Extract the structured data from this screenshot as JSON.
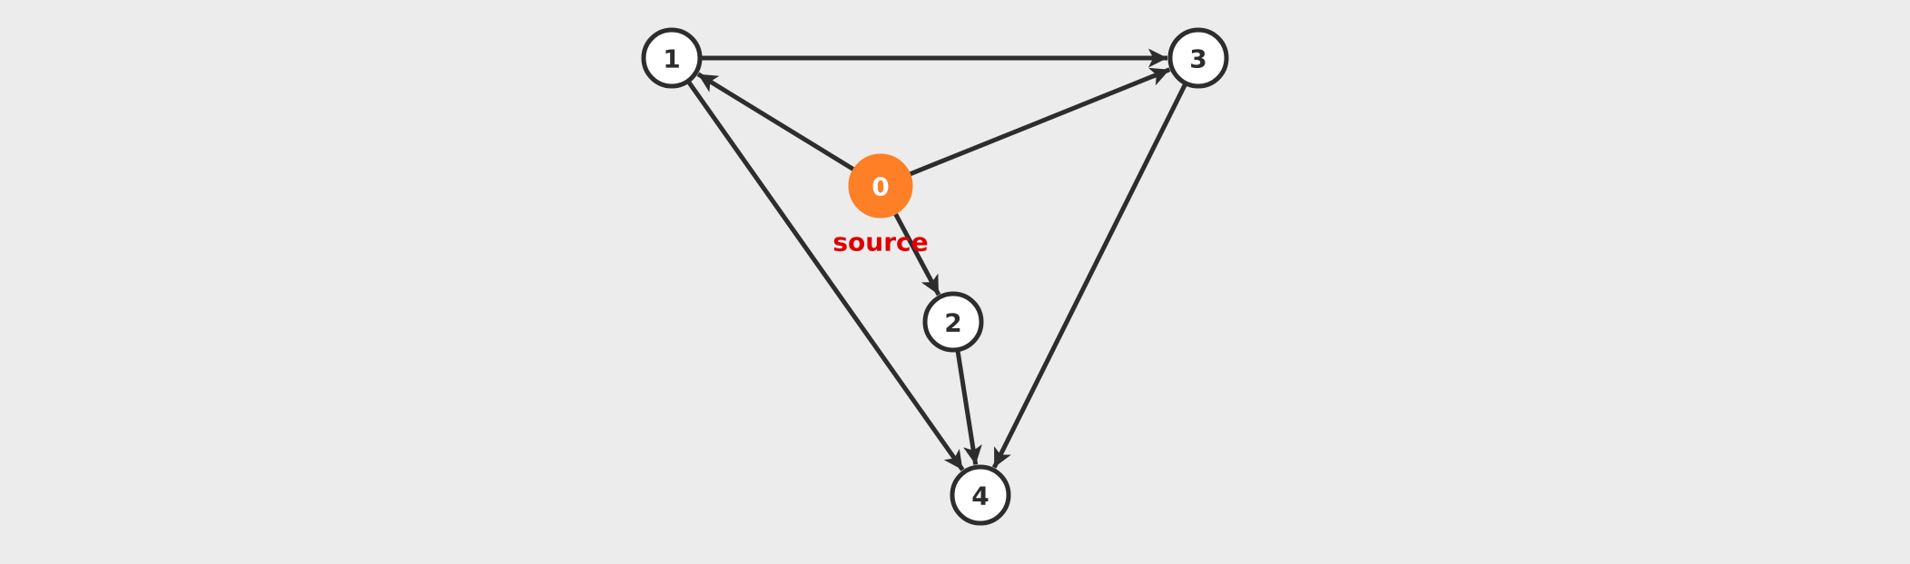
{
  "graph": {
    "nodes": [
      {
        "id": "0",
        "label": "0",
        "role": "source",
        "fill": "#ff7f26",
        "tag": "source"
      },
      {
        "id": "1",
        "label": "1",
        "fill": "#ffffff"
      },
      {
        "id": "2",
        "label": "2",
        "fill": "#ffffff"
      },
      {
        "id": "3",
        "label": "3",
        "fill": "#ffffff"
      },
      {
        "id": "4",
        "label": "4",
        "fill": "#ffffff"
      }
    ],
    "edges": [
      {
        "from": "0",
        "to": "1"
      },
      {
        "from": "0",
        "to": "3"
      },
      {
        "from": "0",
        "to": "2"
      },
      {
        "from": "1",
        "to": "3"
      },
      {
        "from": "1",
        "to": "4"
      },
      {
        "from": "2",
        "to": "4"
      },
      {
        "from": "3",
        "to": "4"
      }
    ],
    "directed": true
  },
  "colors": {
    "background": "#ececec",
    "edge": "#2d2d2d",
    "node_stroke": "#2d2d2d",
    "source_fill": "#ff7f26",
    "source_tag": "#dd0000"
  }
}
